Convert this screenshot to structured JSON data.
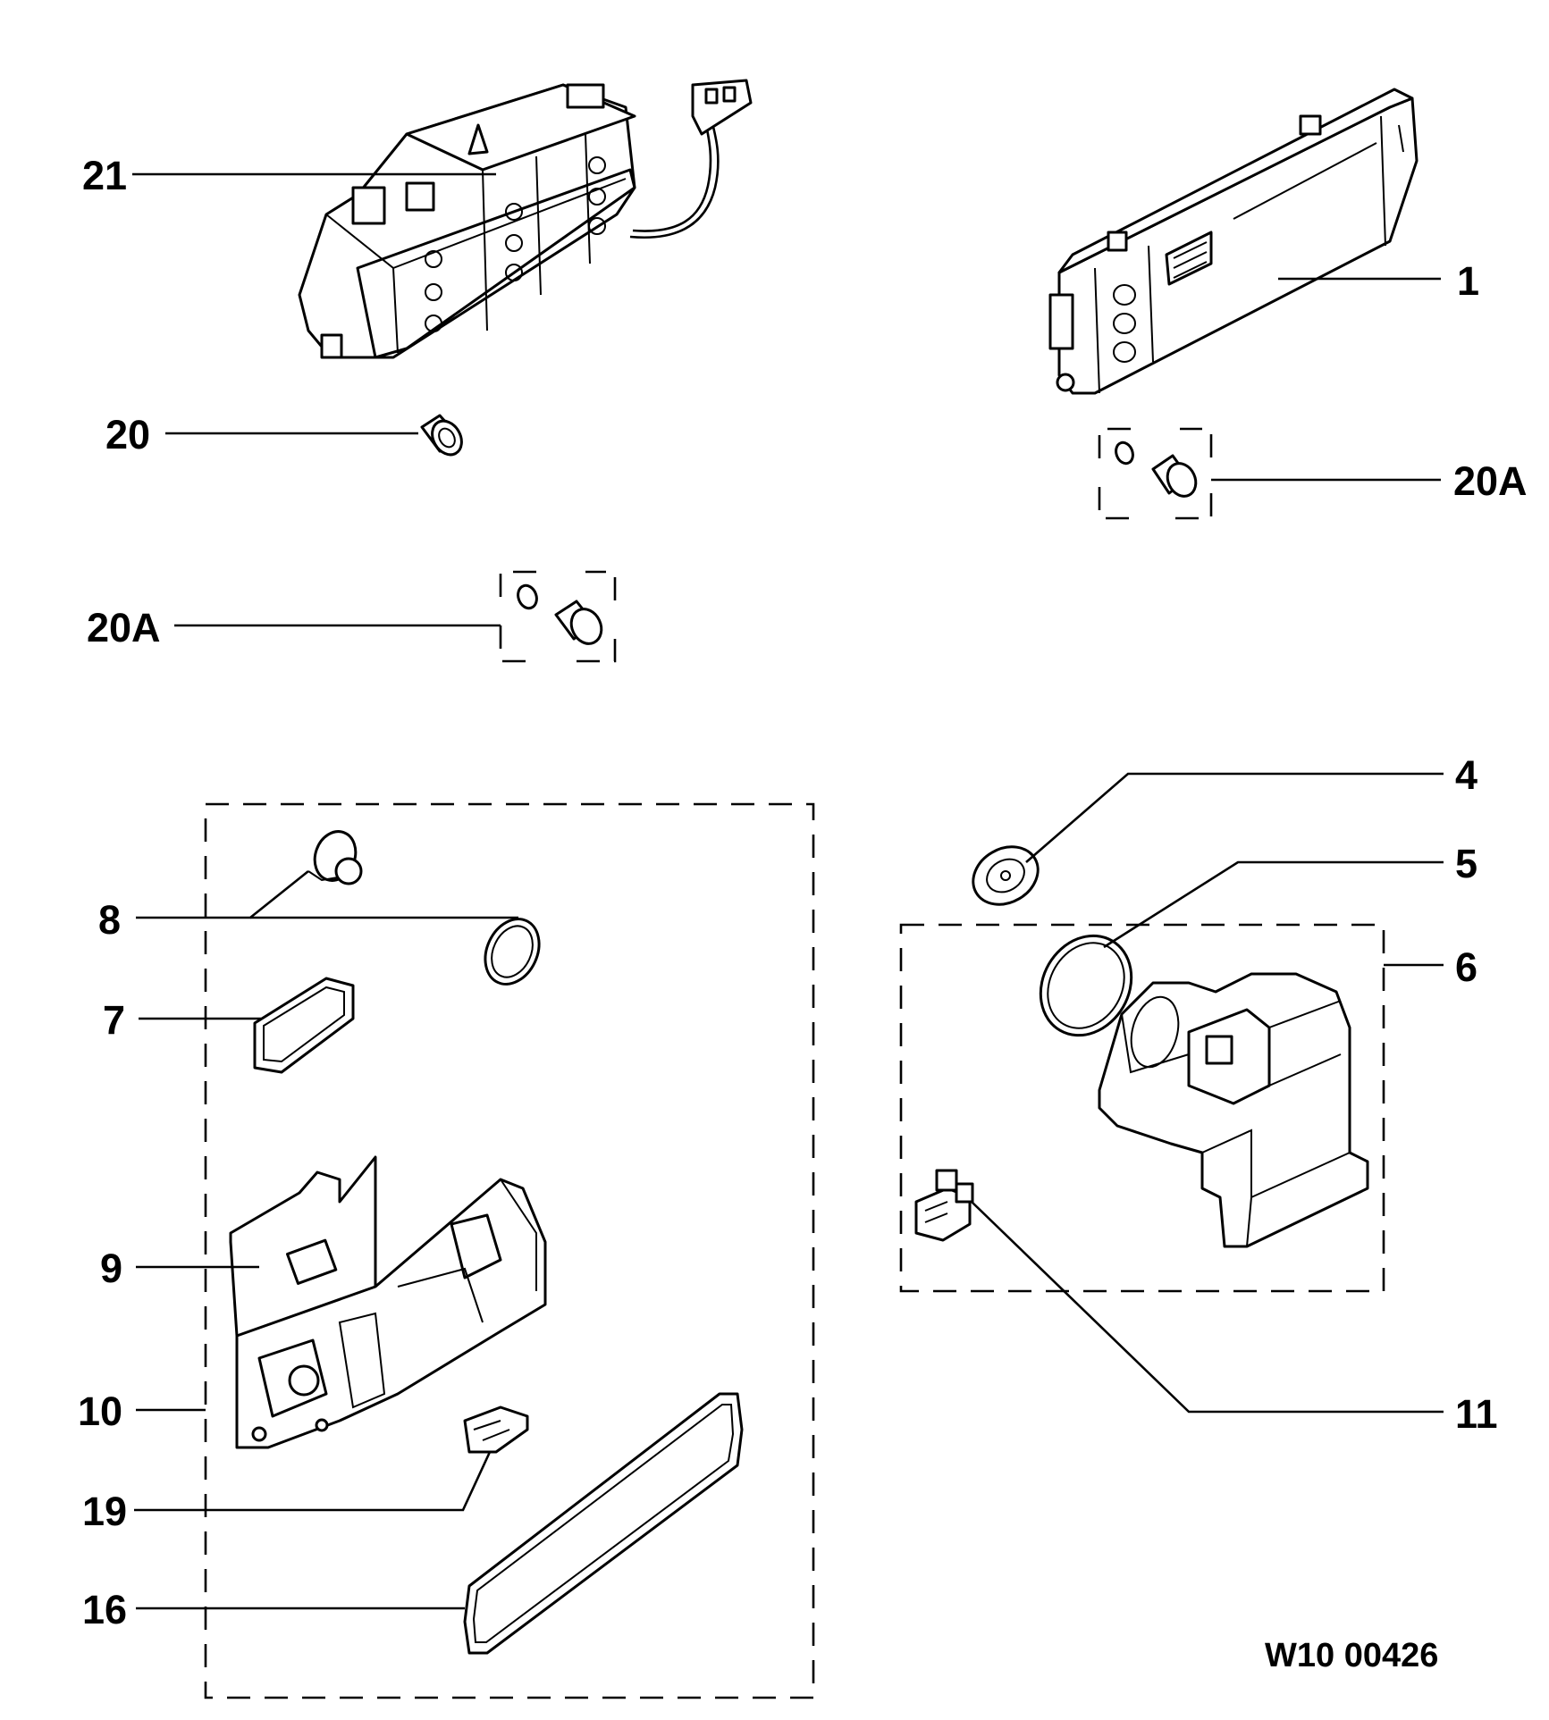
{
  "document_code": "W10 00426",
  "callouts": {
    "c1": "1",
    "c4": "4",
    "c5": "5",
    "c6": "6",
    "c7": "7",
    "c8": "8",
    "c9": "9",
    "c10": "10",
    "c11": "11",
    "c16": "16",
    "c19": "19",
    "c20": "20",
    "c20a_left": "20A",
    "c20a_right": "20A",
    "c21": "21"
  },
  "icons": {
    "control_module": "control-module-icon",
    "control_panel": "control-panel-icon",
    "knob": "knob-icon",
    "door_latch": "door-latch-icon",
    "dispenser": "dispenser-icon"
  }
}
